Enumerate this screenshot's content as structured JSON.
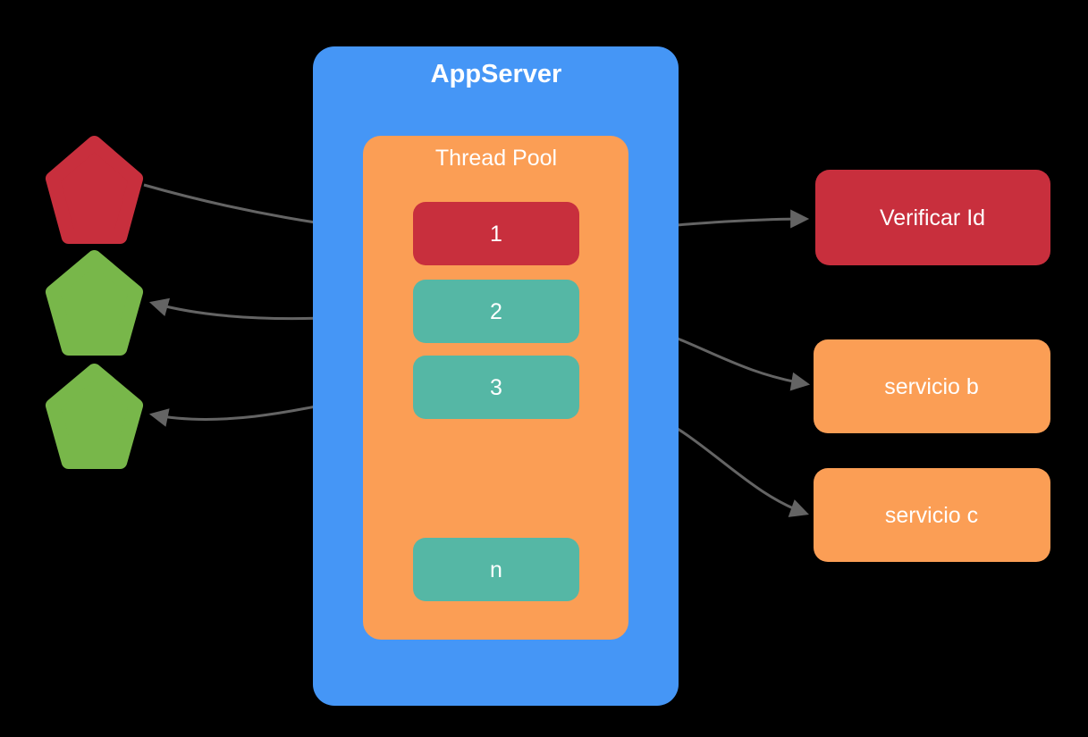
{
  "diagram": {
    "background_color": "#000000",
    "connector_color": "#646464",
    "text_color": "#ffffff",
    "app_server": {
      "title": "AppServer",
      "fill": "#4596f6"
    },
    "thread_pool": {
      "title": "Thread Pool",
      "fill": "#fb9e55",
      "threads": [
        {
          "label": "1",
          "fill": "#c82f3d"
        },
        {
          "label": "2",
          "fill": "#55b7a5"
        },
        {
          "label": "3",
          "fill": "#55b7a5"
        },
        {
          "label": "n",
          "fill": "#55b7a5"
        }
      ]
    },
    "requests": [
      {
        "shape": "pentagon",
        "fill": "#c82f3d"
      },
      {
        "shape": "pentagon",
        "fill": "#78b74a"
      },
      {
        "shape": "pentagon",
        "fill": "#78b74a"
      }
    ],
    "services": [
      {
        "label": "Verificar Id",
        "fill": "#c82f3d"
      },
      {
        "label": "servicio b",
        "fill": "#fb9e55"
      },
      {
        "label": "servicio c",
        "fill": "#fb9e55"
      }
    ]
  }
}
